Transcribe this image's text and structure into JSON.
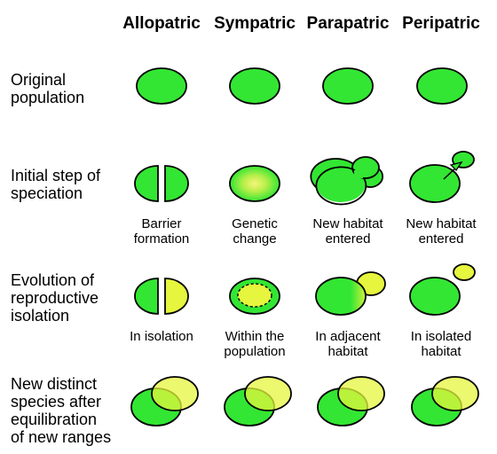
{
  "columns": [
    "Allopatric",
    "Sympatric",
    "Parapatric",
    "Peripatric"
  ],
  "rows": [
    {
      "label": [
        "Original",
        "population"
      ]
    },
    {
      "label": [
        "Initial step of",
        "speciation"
      ]
    },
    {
      "label": [
        "Evolution of",
        "reproductive",
        "isolation"
      ]
    },
    {
      "label": [
        "New distinct",
        "species after",
        "equilibration",
        "of new ranges"
      ]
    }
  ],
  "captions_step": [
    [
      "Barrier",
      "formation"
    ],
    [
      "Genetic",
      "change"
    ],
    [
      "New habitat",
      "entered"
    ],
    [
      "New habitat",
      "entered"
    ]
  ],
  "captions_isolation": [
    [
      "In isolation"
    ],
    [
      "Within the",
      "population"
    ],
    [
      "In adjacent",
      "habitat"
    ],
    [
      "In isolated",
      "habitat"
    ]
  ],
  "colors": {
    "green": "#33e633",
    "yellow": "#e6f53d",
    "outline": "#000000"
  }
}
